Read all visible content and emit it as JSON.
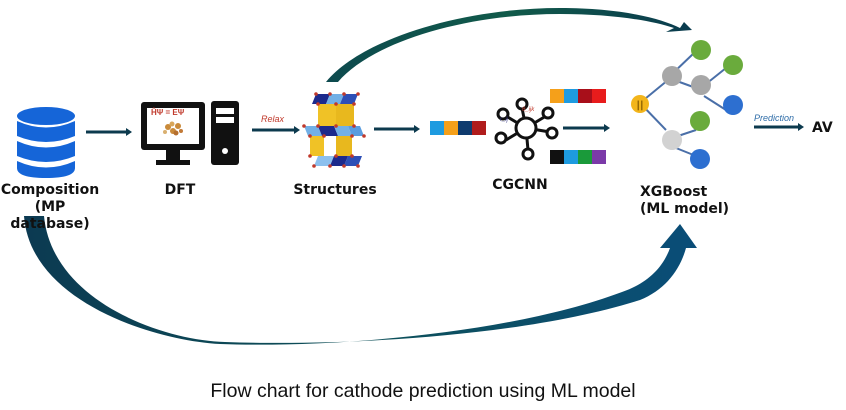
{
  "caption": "Flow chart for cathode prediction using ML model",
  "nodes": {
    "composition": {
      "line1": "Composition",
      "line2": "(MP database)"
    },
    "dft": {
      "label": "DFT",
      "equation": "ĤΨ = EΨ"
    },
    "structures": {
      "label": "Structures"
    },
    "cgcnn": {
      "label": "CGCNN",
      "theta": "θ_ijk",
      "r": "r_ij"
    },
    "xgboost": {
      "line1": "XGBoost",
      "line2": "(ML model)"
    },
    "output": {
      "label": "AV"
    }
  },
  "edges": {
    "relax": "Relax",
    "prediction": "Prediction"
  },
  "vectors": {
    "input": [
      "#1e9be0",
      "#f5a01a",
      "#0f3b6e",
      "#b01c1c"
    ],
    "output_top": [
      "#f5a01a",
      "#1e9be0",
      "#a80f1a",
      "#e81c1c"
    ],
    "output_bottom": [
      "#111111",
      "#1e9be0",
      "#1a9a3a",
      "#7b3aa8"
    ]
  },
  "colors": {
    "arrow_dark": "#0c3a4e",
    "big_arrow": "#0a4a6a",
    "db_blue": "#1565d8",
    "tree_green": "#6aab3c",
    "tree_gray": "#a7a7a7",
    "tree_blue": "#2d6fd0",
    "tree_root": "#f3b51b"
  }
}
